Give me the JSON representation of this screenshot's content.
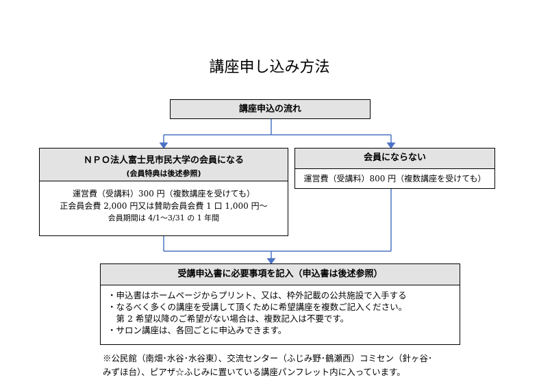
{
  "title": "講座申し込み方法",
  "flow_header": "講座申込の流れ",
  "member": {
    "title": "ＮＰＯ法人富士見市民大学の会員になる",
    "subtitle": "(会員特典は後述参照)",
    "lines": [
      "運営費（受講料）300 円（複数講座を受けても）",
      "正会員会費 2,000 円又は賛助会員会費 1 口 1,000 円～",
      "会員期間は 4/1～3/31 の 1 年間"
    ]
  },
  "non_member": {
    "title": "会員にならない",
    "line": "運営費（受講料）800 円（複数講座を受けても）"
  },
  "apply": {
    "title": "受講申込書に必要事項を記入（申込書は後述参照）",
    "items": [
      "・申込書はホームページからプリント、又は、枠外記載の公共施設で入手する",
      "・なるべく多くの講座を受講して頂くために希望講座を複数ご記入ください。",
      "　第 2 希望以降のご希望がない場合は、複数記入は不要です。",
      "・サロン講座は、各回ごとに申込みできます。"
    ]
  },
  "footnote": [
    "※公民館（南畑･水谷･水谷東）、交流センター（ふじみ野･鶴瀬西）コミセン（針ヶ谷･",
    "みずほ台）、ピアザ☆ふじみに置いている講座パンフレット内に入っています。"
  ],
  "colors": {
    "connector": "#4a72c4",
    "header_fill": "#e3e3e3"
  }
}
